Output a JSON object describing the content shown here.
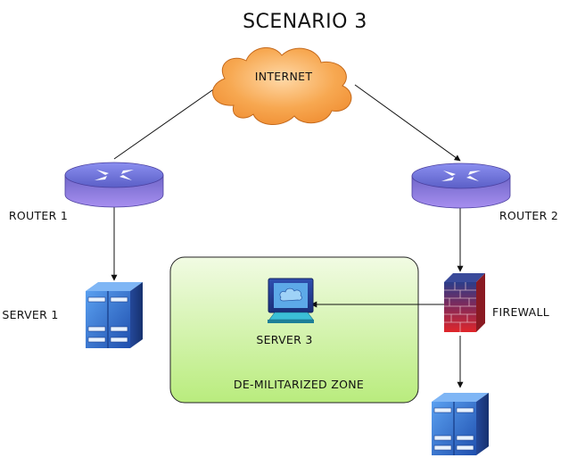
{
  "diagram": {
    "title": "SCENARIO 3",
    "nodes": {
      "internet": "INTERNET",
      "router_1": "ROUTER 1",
      "router_2": "ROUTER 2",
      "server_1": "SERVER 1",
      "server_3": "SERVER 3",
      "firewall": "FIREWALL",
      "dmz": "DE-MILITARIZED ZONE"
    }
  },
  "colors": {
    "cloud": "#f5a24a",
    "router": "#8a7ee0",
    "server": "#2f67c8",
    "firewall": "#c0282c",
    "dmz": "#d2f2a8"
  }
}
